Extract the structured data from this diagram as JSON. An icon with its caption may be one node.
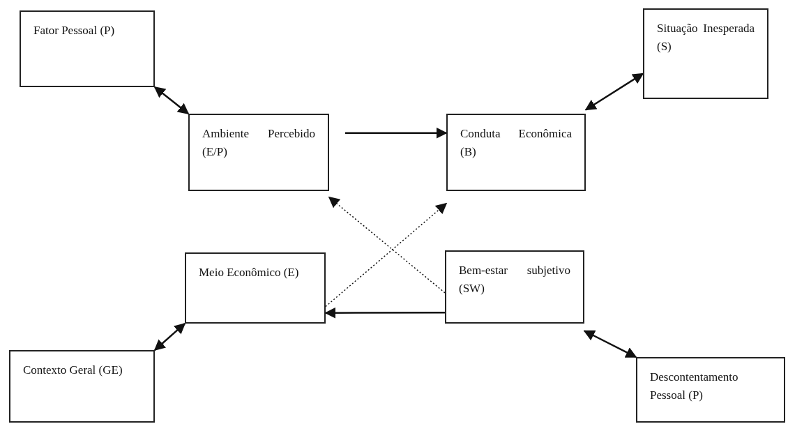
{
  "diagram": {
    "nodes": [
      {
        "text": [
          "Fator Pessoal (P)"
        ]
      },
      {
        "text": [
          "Situação Inesperada (S)"
        ]
      },
      {
        "text": [
          "Ambiente Percebido (E/P)"
        ]
      },
      {
        "text": [
          "Conduta Econômica (B)"
        ]
      },
      {
        "text": [
          "Meio Econômico (E)"
        ]
      },
      {
        "text": [
          "Bem-estar subjetivo (SW)"
        ]
      },
      {
        "text": [
          "Contexto Geral (GE)"
        ]
      },
      {
        "text": [
          "Descontentamento Pessoal (P)"
        ]
      }
    ],
    "edges": [
      {
        "from": 0,
        "to": 2,
        "arrow": "both"
      },
      {
        "from": 1,
        "to": 3,
        "arrow": "both"
      },
      {
        "from": 2,
        "to": 3,
        "arrow": "to"
      },
      {
        "from": 4,
        "to": 3,
        "arrow": "to",
        "style": "dashed"
      },
      {
        "from": 5,
        "to": 2,
        "arrow": "to",
        "style": "dashed"
      },
      {
        "from": 5,
        "to": 4,
        "arrow": "to"
      },
      {
        "from": 6,
        "to": 4,
        "arrow": "both"
      },
      {
        "from": 7,
        "to": 5,
        "arrow": "both"
      }
    ]
  }
}
